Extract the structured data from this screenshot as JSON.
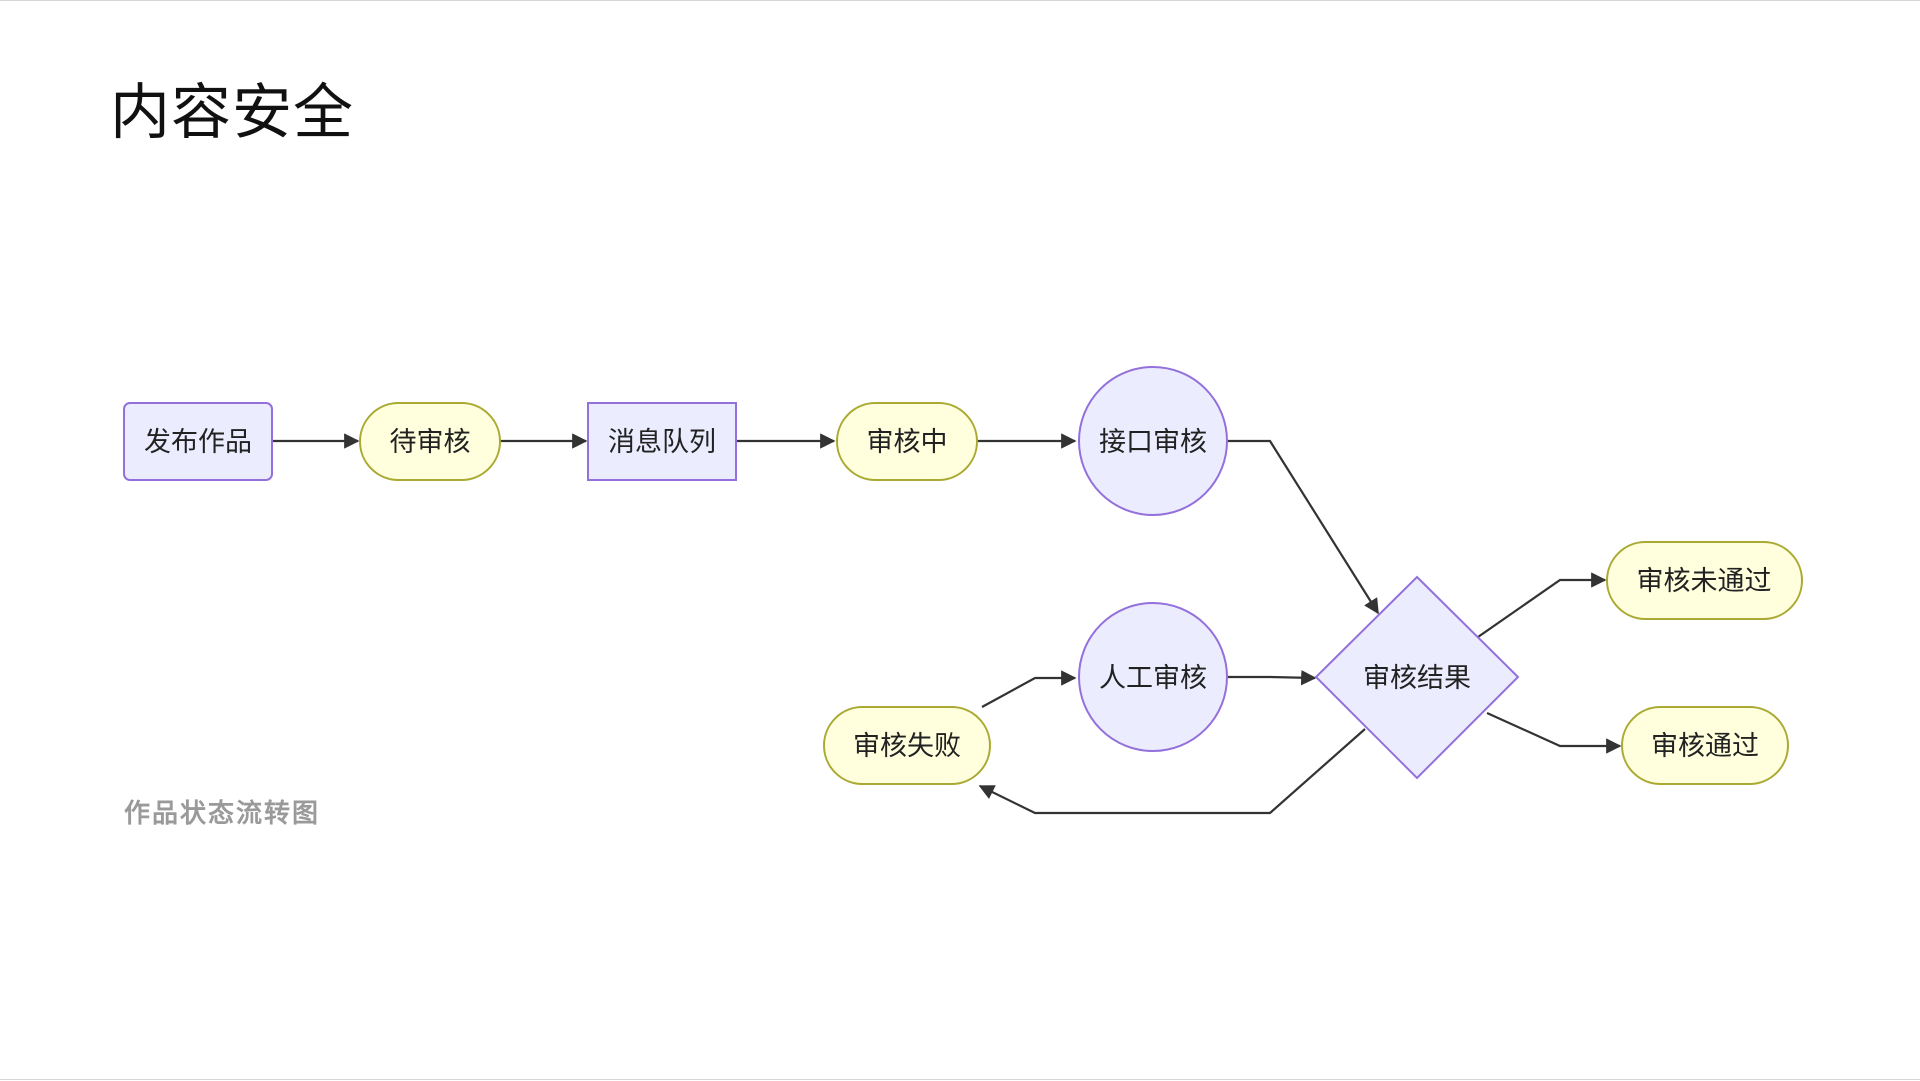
{
  "page": {
    "title": "内容安全",
    "caption": "作品状态流转图"
  },
  "colors": {
    "lavender_fill": "#ececff",
    "lavender_stroke": "#9370db",
    "yellow_fill": "#ffffde",
    "yellow_stroke": "#aaaa33",
    "edge": "#333333"
  },
  "nodes": {
    "publish": "发布作品",
    "pending": "待审核",
    "queue": "消息队列",
    "reviewing": "审核中",
    "api_review": "接口审核",
    "manual_review": "人工审核",
    "result": "审核结果",
    "rejected": "审核未通过",
    "approved": "审核通过",
    "failed": "审核失败"
  },
  "edges": [
    {
      "from": "publish",
      "to": "pending"
    },
    {
      "from": "pending",
      "to": "queue"
    },
    {
      "from": "queue",
      "to": "reviewing"
    },
    {
      "from": "reviewing",
      "to": "api_review"
    },
    {
      "from": "api_review",
      "to": "result"
    },
    {
      "from": "manual_review",
      "to": "result"
    },
    {
      "from": "result",
      "to": "rejected"
    },
    {
      "from": "result",
      "to": "approved"
    },
    {
      "from": "result",
      "to": "failed"
    },
    {
      "from": "failed",
      "to": "manual_review"
    }
  ]
}
